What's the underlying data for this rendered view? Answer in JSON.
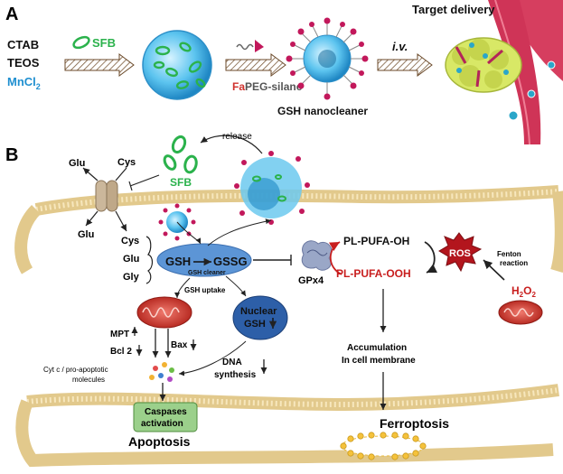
{
  "panel_a": {
    "label": "A",
    "reagents": [
      "CTAB",
      "TEOS",
      "MnCl",
      "2"
    ],
    "sfb": "SFB",
    "fa": "Fa",
    "peg_silane": "PEG-silane",
    "nanocleaner": "GSH nanocleaner",
    "route": "i.v.",
    "target": "Target delivery"
  },
  "panel_b": {
    "label": "B",
    "release": "release",
    "sfb": "SFB",
    "glu": "Glu",
    "cys": "Cys",
    "amino_acids": [
      "Cys",
      "Glu",
      "Gly"
    ],
    "gsh": "GSH",
    "gssg": "GSSG",
    "gsh_cleaner": "GSH cleaner",
    "gpx4": "GPx4",
    "pl_oh": "PL-PUFA-OH",
    "pl_ooh": "PL-PUFA-OOH",
    "ros": "ROS",
    "fenton": [
      "Fenton",
      "reaction"
    ],
    "h2o2": [
      "H",
      "2",
      "O",
      "2"
    ],
    "gsh_uptake": "GSH uptake",
    "nuclear": [
      "Nuclear",
      "GSH"
    ],
    "mpt": "MPT",
    "bcl2": "Bcl 2",
    "bax": "Bax",
    "cytc": [
      "Cyt c / pro-apoptotic",
      "molecules"
    ],
    "dna": [
      "DNA",
      "synthesis"
    ],
    "caspases": [
      "Caspases",
      "activation"
    ],
    "apoptosis": "Apoptosis",
    "accumulation": [
      "Accumulation",
      "In cell membrane"
    ],
    "ferroptosis": "Ferroptosis"
  },
  "colors": {
    "sfb_green": "#2bb24c",
    "mn_blue": "#1f8fd0",
    "fa_red": "#d0312d",
    "ooh_red": "#c81e1e",
    "gsh_blue": "#3f7fd0",
    "caspase_green": "#9bd08b",
    "membrane_tan": "#e2c98c"
  }
}
